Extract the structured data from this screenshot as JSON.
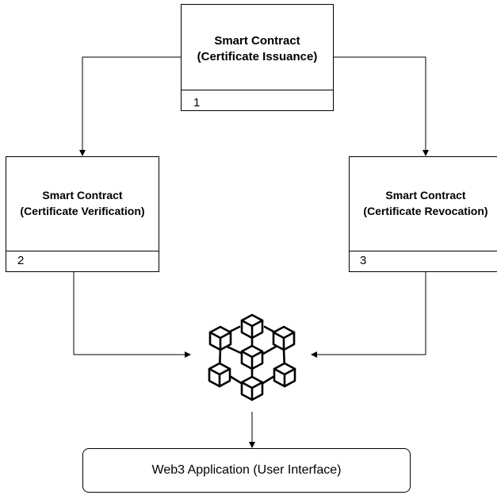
{
  "contracts": [
    {
      "line1": "Smart Contract",
      "line2": "(Certificate Issuance)",
      "number": "1"
    },
    {
      "line1": "Smart Contract",
      "line2": "(Certificate Verification)",
      "number": "2"
    },
    {
      "line1": "Smart Contract",
      "line2": "(Certificate Revocation)",
      "number": "3"
    }
  ],
  "app": {
    "label": "Web3 Application (User Interface)"
  },
  "icon": {
    "name": "blockchain-network-icon"
  },
  "colors": {
    "line": "#000000",
    "background": "#ffffff"
  }
}
